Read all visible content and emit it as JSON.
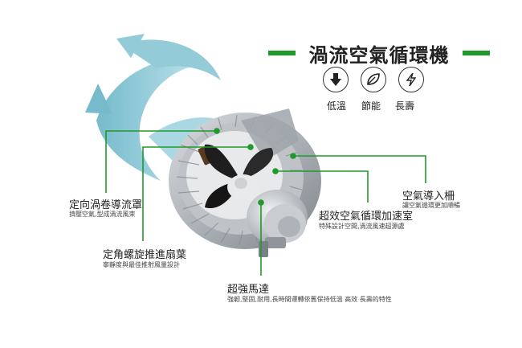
{
  "header": {
    "title": "渦流空氣循環機",
    "accent_color": "#1f9a2b"
  },
  "features": [
    {
      "icon": "down-arrow-icon",
      "label": "低溫"
    },
    {
      "icon": "leaf-icon",
      "label": "節能"
    },
    {
      "icon": "lightning-icon",
      "label": "長壽"
    }
  ],
  "callouts": {
    "vortex_cover": {
      "title": "定向渦卷導流罩",
      "desc": "擠壓空氣,型成渦流風束"
    },
    "propeller": {
      "title": "定角螺旋推進扇葉",
      "desc": "寧靜度與最佳推射風量設計"
    },
    "motor": {
      "title": "超強馬達",
      "desc": "強韌,堅固,耐用,長時間運轉依舊保持低溫 高效 長壽的特性"
    },
    "air_intake": {
      "title": "空氣導入柵",
      "desc": "讓空氣循環更加順暢"
    },
    "accelerator": {
      "title": "超效空氣循環加速室",
      "desc": "特殊設計空間,渦流風速超源處"
    }
  }
}
